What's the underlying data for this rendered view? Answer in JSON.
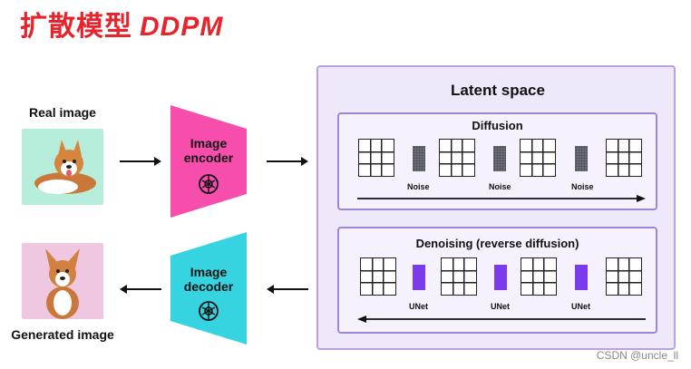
{
  "title": {
    "cn": "扩散模型",
    "latin": "DDPM"
  },
  "left": {
    "real_image_label": "Real image",
    "generated_image_label": "Generated image"
  },
  "encoder": {
    "line1": "Image",
    "line2": "encoder",
    "color": "#f74dad"
  },
  "decoder": {
    "line1": "Image",
    "line2": "decoder",
    "color": "#36d4e0"
  },
  "latent": {
    "title": "Latent space",
    "diffusion": {
      "title": "Diffusion",
      "step_label": "Noise"
    },
    "denoising": {
      "title": "Denoising (reverse diffusion)",
      "step_label": "UNet"
    }
  },
  "watermark": "CSDN @uncle_ll"
}
